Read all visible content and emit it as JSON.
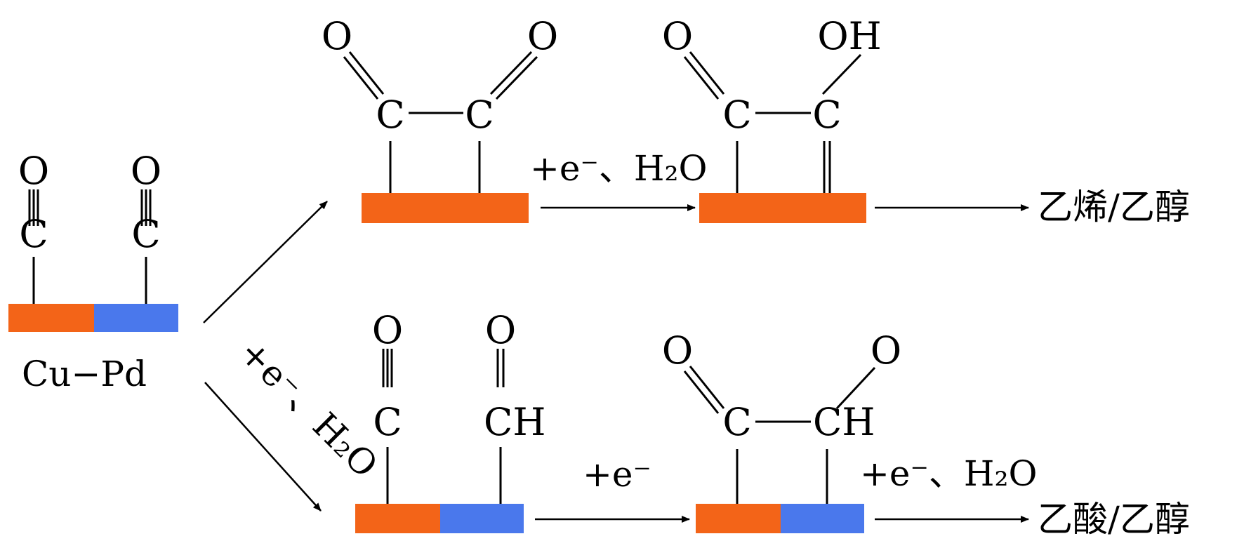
{
  "colors": {
    "cu": "#f36418",
    "pd": "#4a78ec",
    "ink": "#000000"
  },
  "catalyst": {
    "label": "Cu−Pd"
  },
  "atoms": {
    "O": "O",
    "C": "C",
    "OH": "OH",
    "CH": "CH"
  },
  "reagents": {
    "e_h2o": "+e⁻、H₂O",
    "e_only": "+e⁻"
  },
  "products": {
    "top": "乙烯/乙醇",
    "bottom": "乙酸/乙醇"
  }
}
